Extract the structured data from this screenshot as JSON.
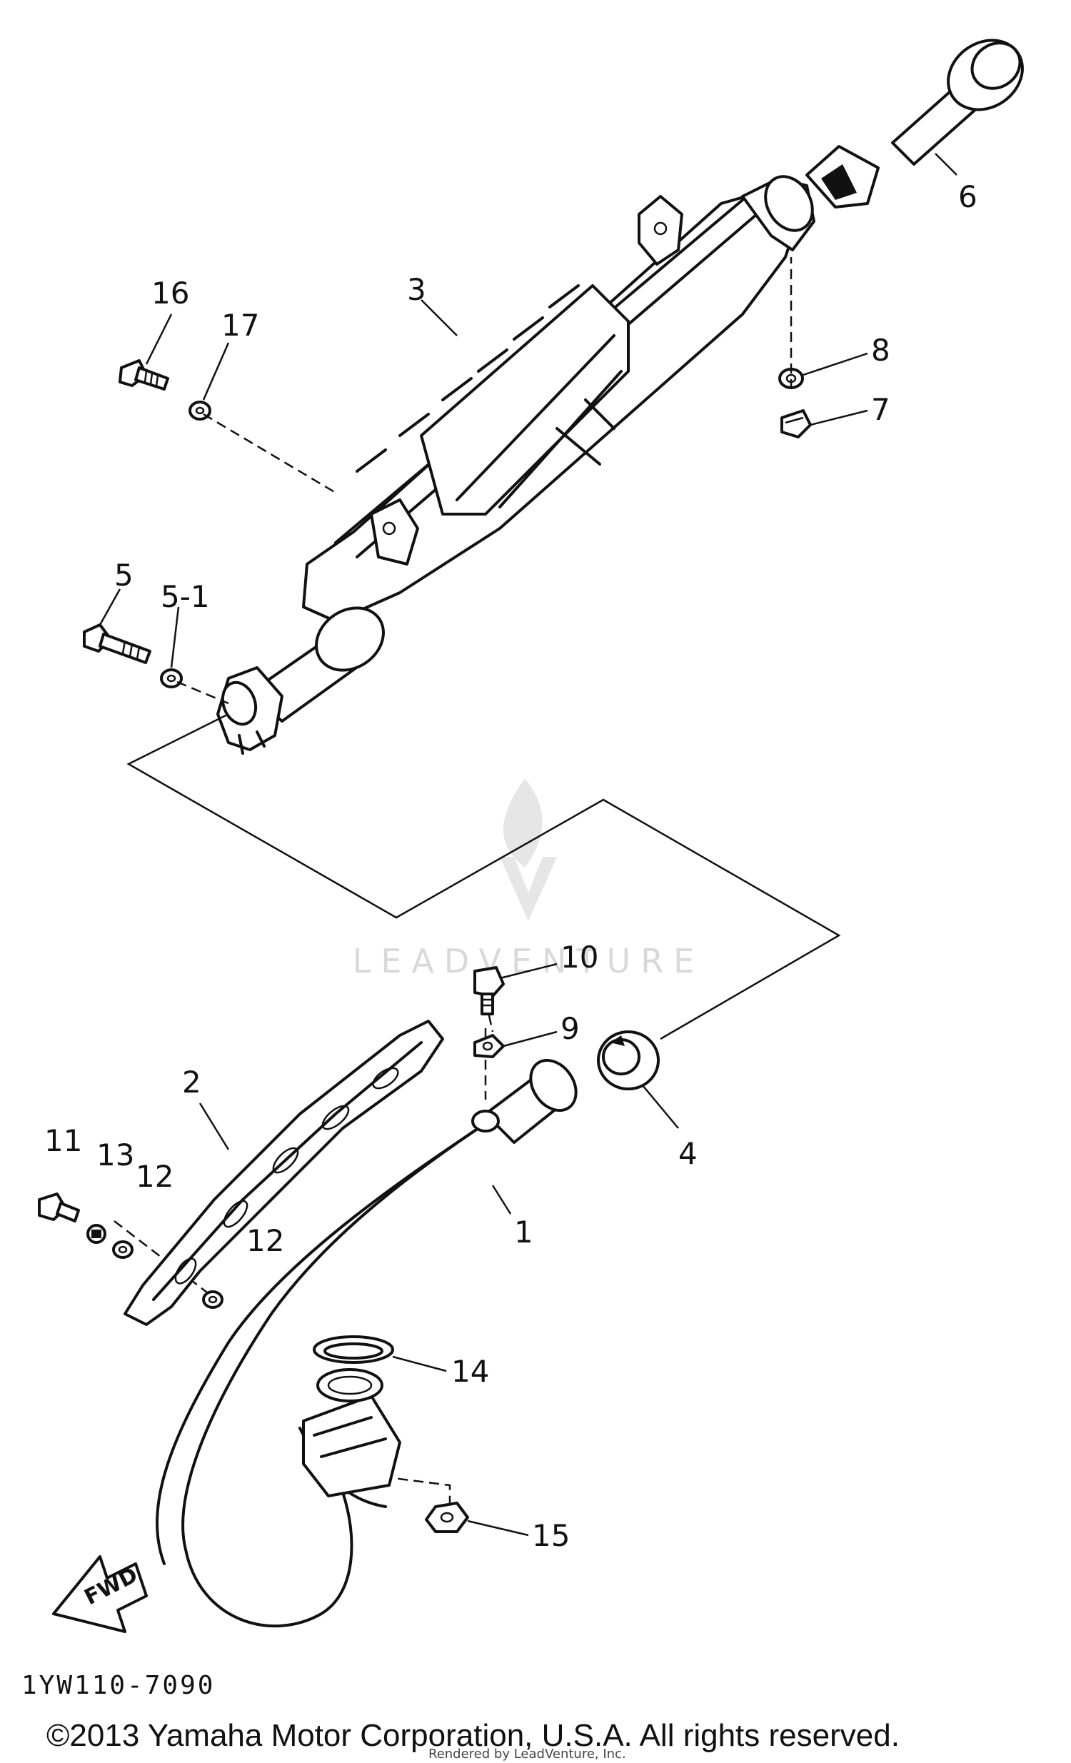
{
  "callouts": {
    "c1": "1",
    "c2": "2",
    "c3": "3",
    "c4": "4",
    "c5": "5",
    "c5_1": "5-1",
    "c6": "6",
    "c7": "7",
    "c8": "8",
    "c9": "9",
    "c10": "10",
    "c11": "11",
    "c12a": "12",
    "c12b": "12",
    "c13": "13",
    "c14": "14",
    "c15": "15",
    "c16": "16",
    "c17": "17"
  },
  "fwd_label": "FWD",
  "part_code": "1YW110-7090",
  "copyright": "©2013 Yamaha Motor Corporation, U.S.A. All rights reserved.",
  "copyright_sub": "Rendered by LeadVenture, Inc.",
  "watermark": "LEADVENTURE"
}
